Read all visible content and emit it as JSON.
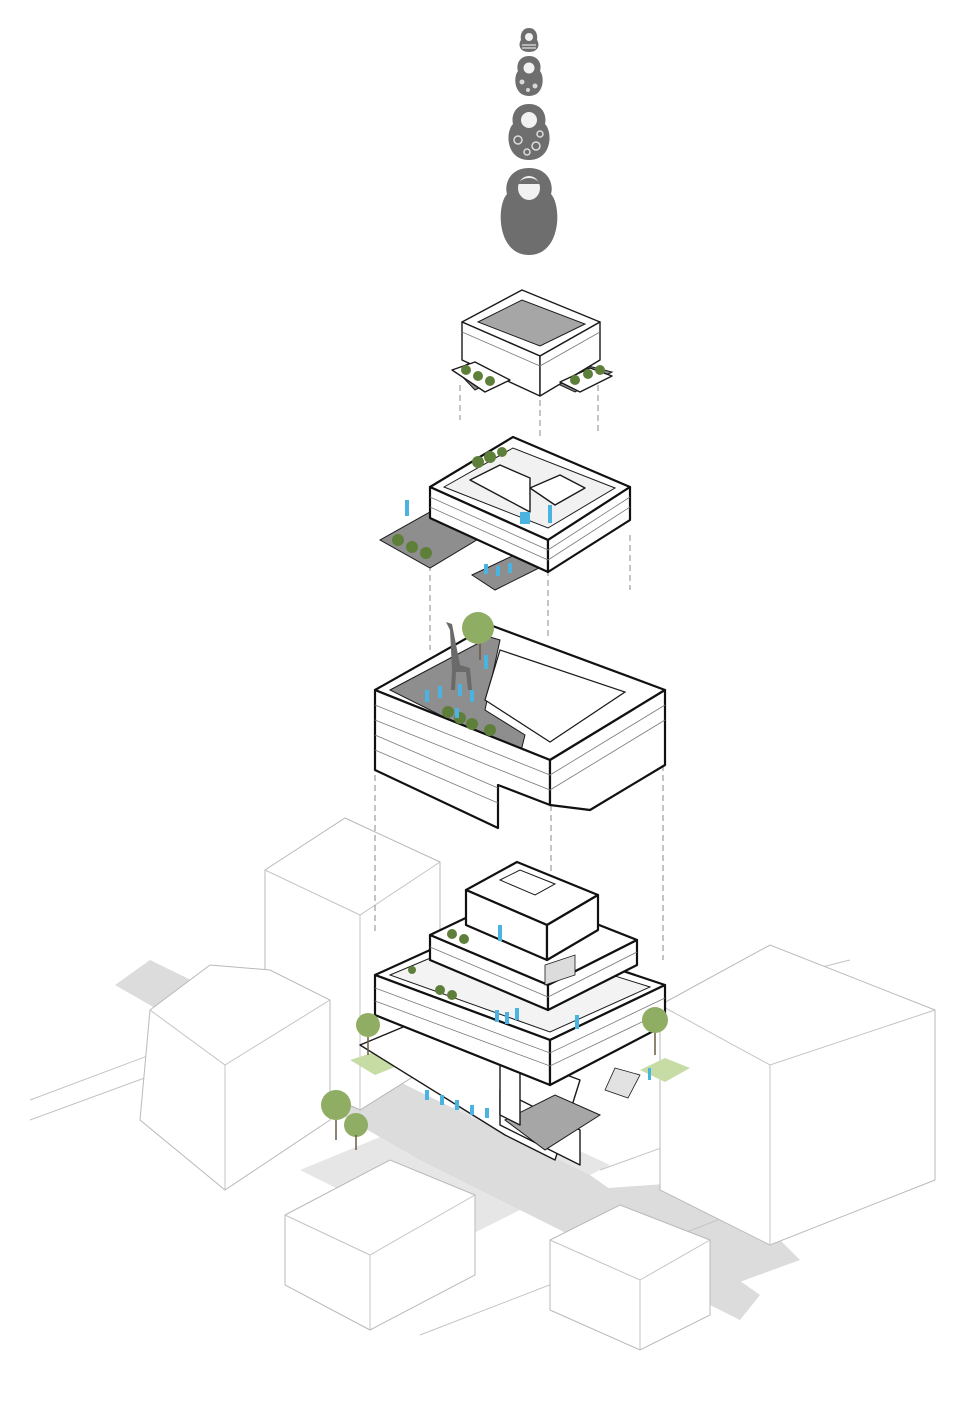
{
  "diagram": {
    "colors": {
      "background": "#ffffff",
      "context": "#b9b9b9",
      "shadow": "#dcdcdc",
      "outline": "#1a1a1a",
      "terrace": "#8e8e8e",
      "people": "#4ab3e0",
      "trees": "#5e7f3a",
      "doll": "#6e6e6e"
    },
    "dolls": [
      {
        "name": "doll-1",
        "pattern": "stripes"
      },
      {
        "name": "doll-2",
        "pattern": "flowers"
      },
      {
        "name": "doll-3",
        "pattern": "circles"
      },
      {
        "name": "doll-4",
        "pattern": "plain"
      }
    ],
    "layers": [
      {
        "name": "top-floor"
      },
      {
        "name": "middle-upper-floor"
      },
      {
        "name": "middle-lower-floor"
      },
      {
        "name": "assembled-building"
      }
    ]
  }
}
